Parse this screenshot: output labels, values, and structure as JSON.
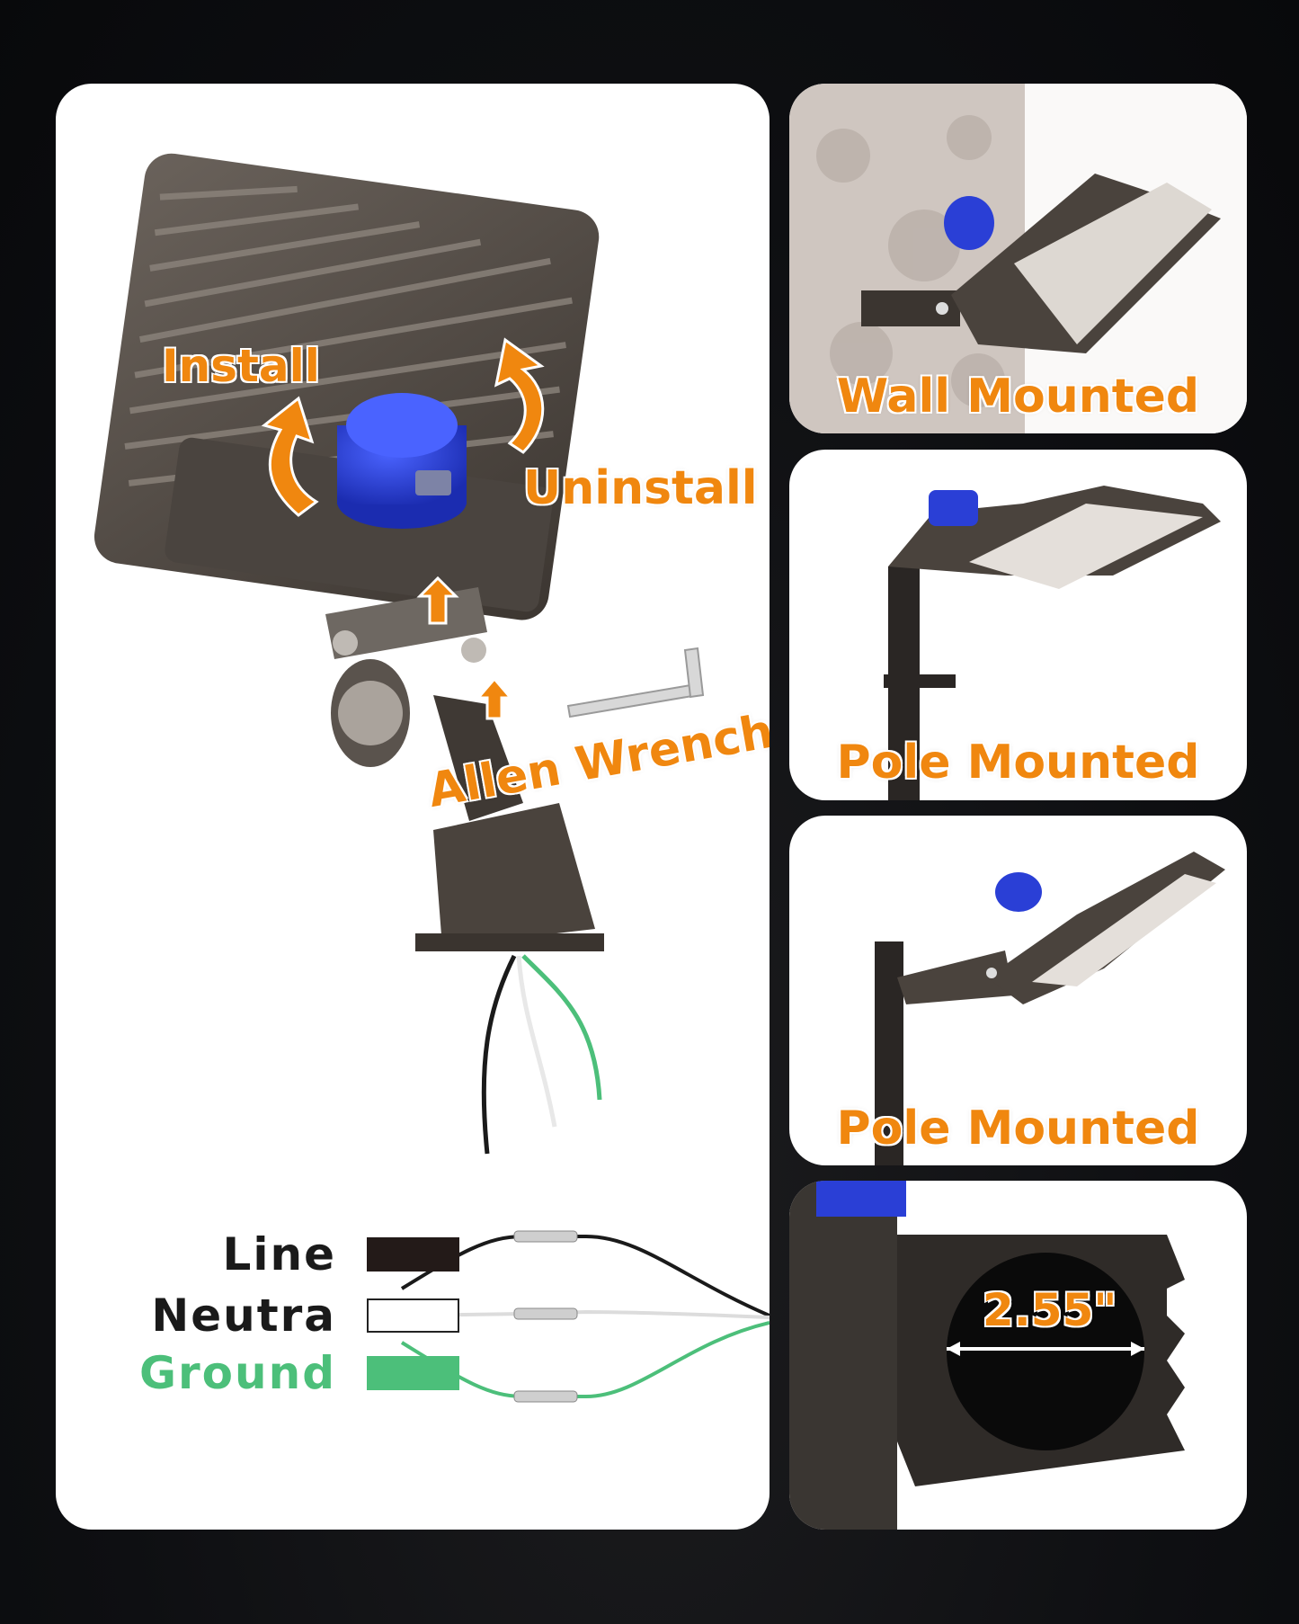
{
  "labels": {
    "install": "Install",
    "uninstall": "Uninstall",
    "allen_wrench": "Allen Wrench",
    "diameter": "2.55\""
  },
  "legend": [
    {
      "label": "Line",
      "color": "#231a18",
      "text_color": "#1a1a1a"
    },
    {
      "label": "Neutra",
      "color": "#ffffff",
      "text_color": "#1a1a1a"
    },
    {
      "label": "Ground",
      "color": "#4cbf7a",
      "text_color": "#4cbf7a"
    }
  ],
  "captions": {
    "wall": "Wall Mounted",
    "pole1": "Pole Mounted",
    "pole2": "Pole Mounted"
  },
  "colors": {
    "accent_orange": "#f0870f",
    "photocell_blue": "#2a3fd6",
    "housing_bronze": "#4a423c"
  }
}
